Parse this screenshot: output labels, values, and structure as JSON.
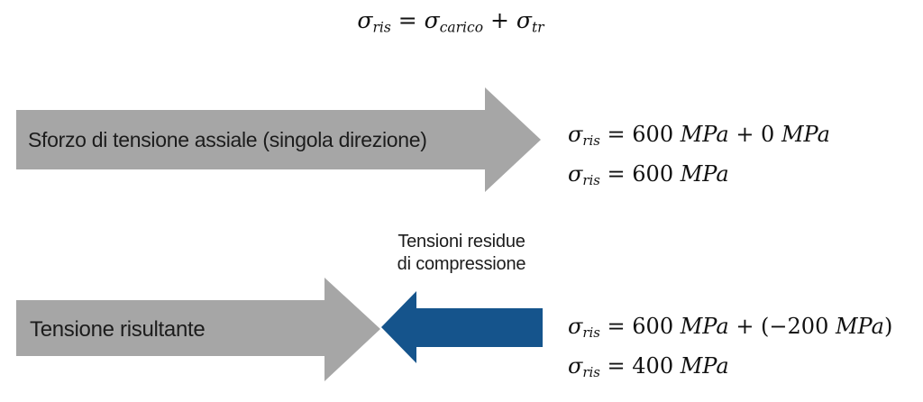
{
  "colors": {
    "background": "#ffffff",
    "arrow_gray": "#a6a6a6",
    "arrow_blue": "#15548c",
    "label_text": "#1c1c1c",
    "equation_text": "#111111"
  },
  "formula_top": {
    "tokens": [
      {
        "t": "sym",
        "base": "σ",
        "sub": "ris"
      },
      {
        "t": "up",
        "text": " = "
      },
      {
        "t": "sym",
        "base": "σ",
        "sub": "carico"
      },
      {
        "t": "up",
        "text": " + "
      },
      {
        "t": "sym",
        "base": "σ",
        "sub": "tr"
      }
    ]
  },
  "row1": {
    "arrow_label": "Sforzo di tensione assiale (singola direzione)",
    "eq_line1": [
      {
        "t": "sym",
        "base": "σ",
        "sub": "ris"
      },
      {
        "t": "up",
        "text": " = 600"
      },
      {
        "t": "it",
        "text": " MPa"
      },
      {
        "t": "up",
        "text": " + 0"
      },
      {
        "t": "it",
        "text": " MPa"
      }
    ],
    "eq_line2": [
      {
        "t": "sym",
        "base": "σ",
        "sub": "ris"
      },
      {
        "t": "up",
        "text": " = 600"
      },
      {
        "t": "it",
        "text": " MPa"
      }
    ]
  },
  "row2": {
    "arrow_label": "Tensione risultante",
    "residual_label": {
      "line1": "Tensioni residue",
      "line2": "di compressione"
    },
    "eq_line1": [
      {
        "t": "sym",
        "base": "σ",
        "sub": "ris"
      },
      {
        "t": "up",
        "text": " = 600"
      },
      {
        "t": "it",
        "text": " MPa"
      },
      {
        "t": "up",
        "text": " + (−200"
      },
      {
        "t": "it",
        "text": " MPa"
      },
      {
        "t": "up",
        "text": ")"
      }
    ],
    "eq_line2": [
      {
        "t": "sym",
        "base": "σ",
        "sub": "ris"
      },
      {
        "t": "up",
        "text": " = 400"
      },
      {
        "t": "it",
        "text": " MPa"
      }
    ]
  }
}
